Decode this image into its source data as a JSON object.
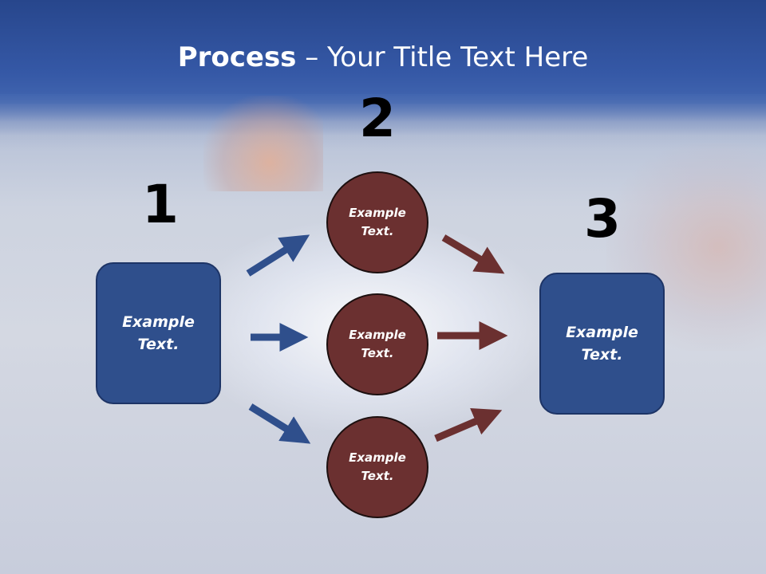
{
  "title": {
    "bold": "Process",
    "rest": " – Your Title Text Here"
  },
  "steps": {
    "one": "1",
    "two": "2",
    "three": "3"
  },
  "boxes": {
    "left": "Example\nText.",
    "right": "Example\nText."
  },
  "circles": [
    "Example\nText.",
    "Example\nText.",
    "Example\nText."
  ],
  "colors": {
    "header": "#3558a6",
    "box_fill": "#2f4f8c",
    "circle_fill": "#6b3030",
    "blue_arrow": "#2f4f8c",
    "red_arrow": "#6b3030"
  }
}
